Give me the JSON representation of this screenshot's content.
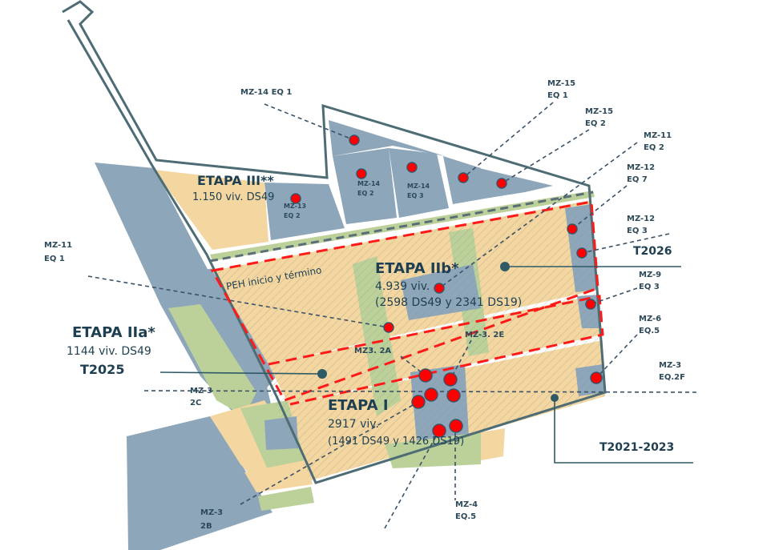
{
  "stages": {
    "etapa_iii": {
      "title": "ETAPA III**",
      "detail": "1.150 viv. DS49"
    },
    "etapa_iib": {
      "title": "ETAPA IIb*",
      "detail": "4.939 viv.",
      "detail2": "(2598 DS49 y 2341 DS19)"
    },
    "etapa_iia": {
      "title": "ETAPA IIa*",
      "detail": "1144 viv. DS49",
      "year": "T2025"
    },
    "etapa_i": {
      "title": "ETAPA I",
      "detail": "2917 viv.",
      "detail2": "(1491 DS49 y 1426 DS19)"
    },
    "peh": "PEH inicio y término"
  },
  "timelines": {
    "t2026": "T2026",
    "t2021": "T2021-2023"
  },
  "markers": {
    "mz14eq1": [
      "MZ-14 EQ 1"
    ],
    "mz15eq1": [
      "MZ-15",
      "EQ 1"
    ],
    "mz15eq2": [
      "MZ-15",
      "EQ 2"
    ],
    "mz11eq2": [
      "MZ-11",
      "EQ 2"
    ],
    "mz12eq7": [
      "MZ-12",
      "EQ 7"
    ],
    "mz12eq3": [
      "MZ-12",
      "EQ 3"
    ],
    "mz9eq3": [
      "MZ-9",
      "EQ 3"
    ],
    "mz6eq5": [
      "MZ-6",
      "EQ.5"
    ],
    "mz3eq2f": [
      "MZ-3",
      "EQ.2F"
    ],
    "mz11eq1": [
      "MZ-11",
      "EQ 1"
    ],
    "mz13eq2": [
      "MZ-13",
      "EQ 2"
    ],
    "mz14eq2": [
      "MZ-14",
      "EQ 2"
    ],
    "mz14eq3": [
      "MZ-14",
      "EQ 3"
    ],
    "mz3_2c": [
      "MZ-3",
      "2C"
    ],
    "mz3_2b": [
      "MZ-3",
      "2B"
    ],
    "mz4eq5": [
      "MZ-4",
      "EQ.5"
    ],
    "mz3_2a": [
      "MZ3. 2A"
    ],
    "mz3_2e": [
      "MZ-3. 2E"
    ]
  },
  "colors": {
    "block": "#8ea6ba",
    "housing": "#f3d6a0",
    "green": "#bcd19a",
    "marker": "#ff0000",
    "stage_border": "#ff1a1a"
  }
}
